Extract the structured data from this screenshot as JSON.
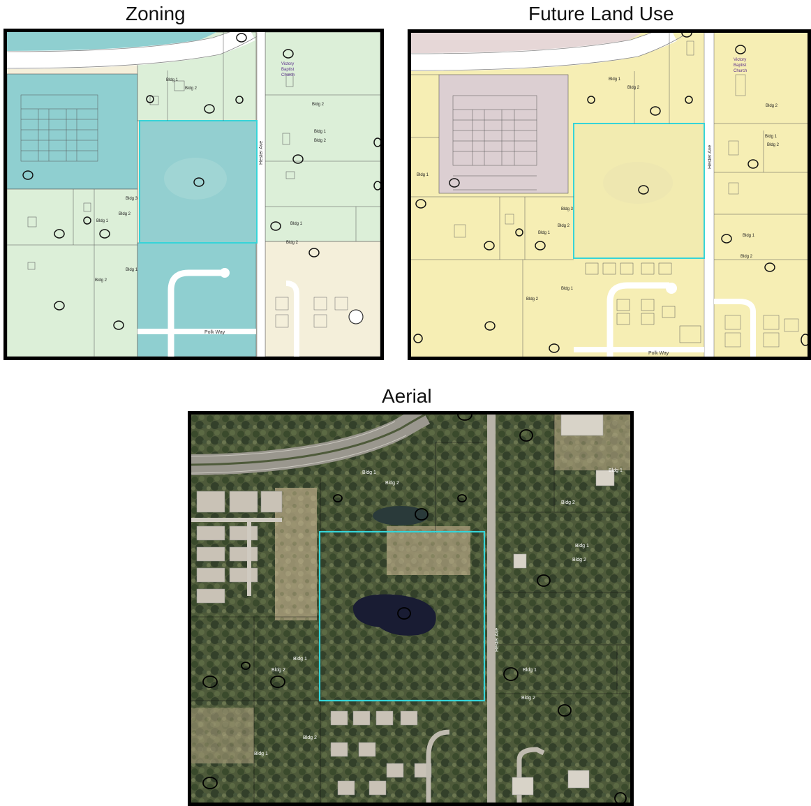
{
  "panels": {
    "zoning": {
      "title": "Zoning"
    },
    "future_land_use": {
      "title": "Future Land Use"
    },
    "aerial": {
      "title": "Aerial"
    }
  },
  "colors": {
    "subject_outline": "#36d4d8",
    "zoning_teal": "#8fcfd0",
    "zoning_lightgreen": "#dcefd8",
    "zoning_cream": "#f4efda",
    "flu_yellow": "#f6eeb4",
    "flu_mauve": "#dccfd2"
  },
  "labels": {
    "road_hester": "Hester Ave",
    "road_polk": "Polk Way",
    "church_line1": "Victory",
    "church_line2": "Baptist",
    "church_line3": "Church",
    "bldg1": "Bldg 1",
    "bldg2": "Bldg 2",
    "bldg3": "Bldg 3"
  }
}
